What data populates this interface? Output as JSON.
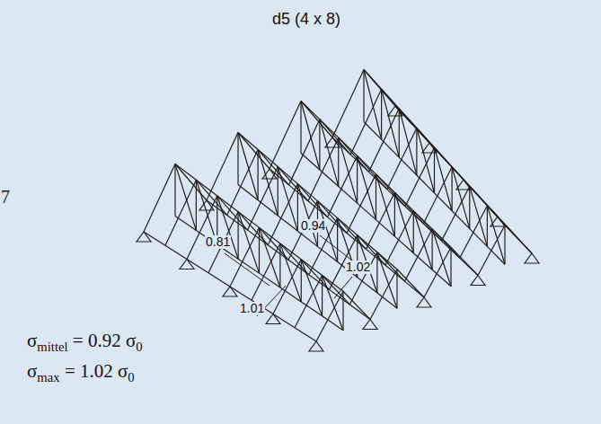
{
  "diagram": {
    "title": "d5 (4 x 8)",
    "labels": [
      "0.81",
      "0.94",
      "1.02",
      "1.01",
      "σmittel = 0.92 σ0",
      "σmax = 1.02 σ0",
      "7"
    ]
  }
}
